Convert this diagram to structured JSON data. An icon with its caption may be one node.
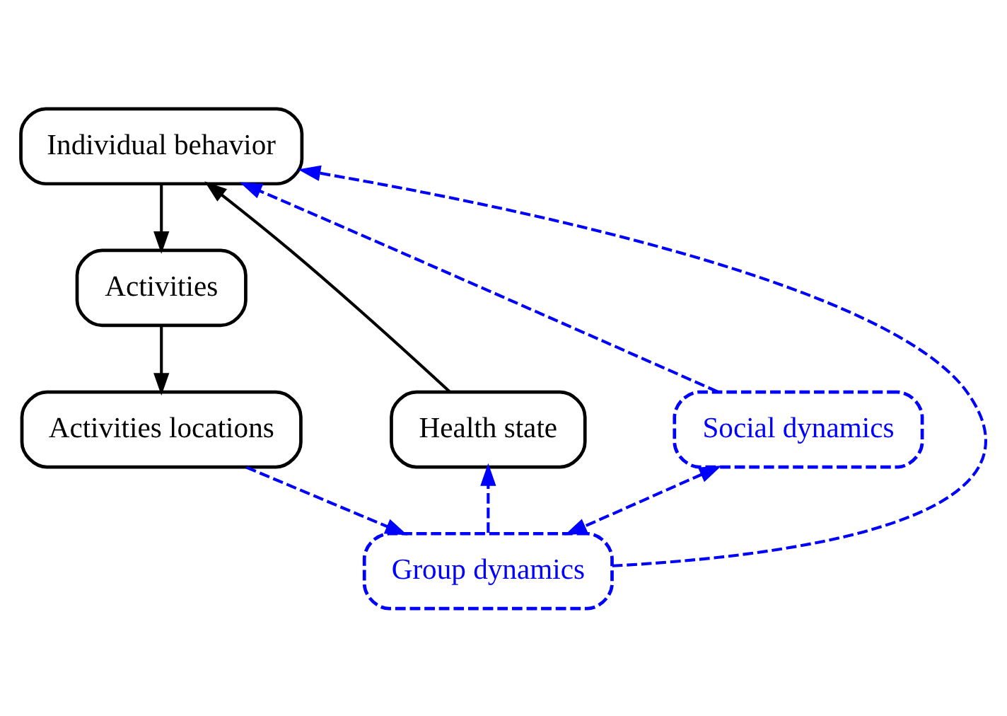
{
  "diagram": {
    "nodes": [
      {
        "text": [
          "Individual behavior"
        ]
      },
      {
        "text": [
          "Activities"
        ]
      },
      {
        "text": [
          "Activities locations"
        ]
      },
      {
        "text": [
          "Health state"
        ]
      },
      {
        "text": [
          "Social dynamics"
        ]
      },
      {
        "text": [
          "Group dynamics"
        ]
      }
    ],
    "edges": [
      {
        "from": 0,
        "to": 1,
        "arrow": "to",
        "color": "#000000"
      },
      {
        "from": 1,
        "to": 2,
        "arrow": "to",
        "color": "#000000"
      },
      {
        "from": 3,
        "to": 0,
        "arrow": "to",
        "color": "#000000"
      },
      {
        "from": 2,
        "to": 5,
        "arrow": "to",
        "style": "dashed",
        "color": "#0000ff"
      },
      {
        "from": 5,
        "to": 3,
        "arrow": "to",
        "style": "dashed",
        "color": "#0000ff"
      },
      {
        "from": 4,
        "to": 5,
        "arrow": "both",
        "style": "dashed",
        "color": "#0000ff"
      },
      {
        "from": 4,
        "to": 0,
        "arrow": "to",
        "style": "dashed",
        "color": "#0000ff"
      },
      {
        "from": 5,
        "to": 0,
        "arrow": "to",
        "style": "dashed",
        "color": "#0000ff"
      }
    ]
  }
}
